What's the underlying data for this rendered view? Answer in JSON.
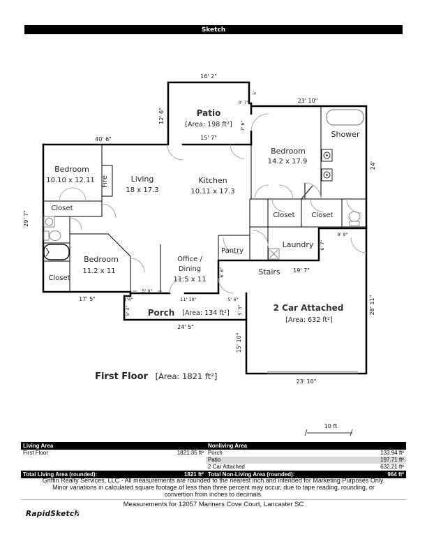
{
  "header": {
    "title": "Sketch"
  },
  "colors": {
    "header_bg": "#000000",
    "row_shade": "#d9d9d9",
    "wall": "#000000",
    "arc": "#aaaaaa"
  },
  "rooms": {
    "patio": {
      "name": "Patio",
      "area": "[Area: 198 ft²]"
    },
    "master": {
      "name": "Bedroom",
      "dims": "14.2 x 17.9"
    },
    "shower": {
      "name": "Shower"
    },
    "bedroom1": {
      "name": "Bedroom",
      "dims": "10.10 x 12.11"
    },
    "fire": {
      "name": "Fire"
    },
    "living": {
      "name": "Living",
      "dims": "18 x 17.3"
    },
    "kitchen": {
      "name": "Kitchen",
      "dims": "10.11 x 17.3"
    },
    "closet1": {
      "name": "Closet"
    },
    "closet_m1": {
      "name": "Closet"
    },
    "closet_m2": {
      "name": "Closet"
    },
    "laundry": {
      "name": "Laundry"
    },
    "pantry": {
      "name": "Pantry"
    },
    "stairs": {
      "name": "Stairs"
    },
    "bedroom2": {
      "name": "Bedroom",
      "dims": "11.2 x 11"
    },
    "office": {
      "line1": "Office /",
      "line2": "Dining",
      "dims": "11.5 x 11"
    },
    "closet2": {
      "name": "Closet"
    },
    "porch": {
      "name": "Porch",
      "area": "[Area: 134 ft²]"
    },
    "garage": {
      "name": "2 Car Attached",
      "area": "[Area: 632 ft²]"
    }
  },
  "dims": {
    "patio_top": "16' 2\"",
    "patio_left": "12' 6\"",
    "patio_bottom": "15' 7\"",
    "notch_h": "0' 7\"",
    "notch_v": "5'",
    "master_west": "7' 6\"",
    "master_top": "23' 10\"",
    "master_right": "24'",
    "house_top": "40' 6\"",
    "house_left": "29' 7\"",
    "house_bottom_left": "17' 5\"",
    "porch_step": "5' 9\"",
    "porch_step2": "1'4\"",
    "porch_left": "5' 3\"",
    "porch_top": "11' 10\"",
    "porch_top_right": "5' 6\"",
    "porch_right": "5' 3\"",
    "porch_bottom": "24' 5\"",
    "stairs_left": "6' 6\"",
    "stairs_top": "19' 7\"",
    "laundry_right": "6' 7\"",
    "garage_notch": "9' 9\"",
    "garage_right": "28' 11\"",
    "garage_left": "15' 10\"",
    "garage_bottom": "23' 10\""
  },
  "first_floor": {
    "label": "First Floor",
    "area": "[Area: 1821 ft²]"
  },
  "scale_bar": {
    "label": "10 ft"
  },
  "table": {
    "living_header": "Living Area",
    "nonliving_header": "Nonliving Area",
    "living_rows": [
      {
        "label": "First Floor",
        "value": "1821.35 ft²"
      }
    ],
    "nonliving_rows": [
      {
        "label": "Porch",
        "value": "133.94 ft²"
      },
      {
        "label": "Patio",
        "value": "197.71 ft²"
      },
      {
        "label": "2 Car Attached",
        "value": "632.21 ft²"
      }
    ],
    "total_living_label": "Total Living Area (rounded):",
    "total_living_value": "1821 ft²",
    "total_nonliving_label": "Total Non-Living Area (rounded):",
    "total_nonliving_value": "964 ft²"
  },
  "footer": {
    "line1": "Griffin Realty Services, LLC - All measurements are rounded to the nearest inch and intended for Marketing Purposes Only.",
    "line2": "Minor variations in calculated square footage of less than three percent may occur, due to tape reading, rounding, or",
    "line3": "convertion from inches to decimals.",
    "address": "Measurements for 12057 Mariners Cove Court, Lancaster SC"
  },
  "logo": "RapidSketch"
}
